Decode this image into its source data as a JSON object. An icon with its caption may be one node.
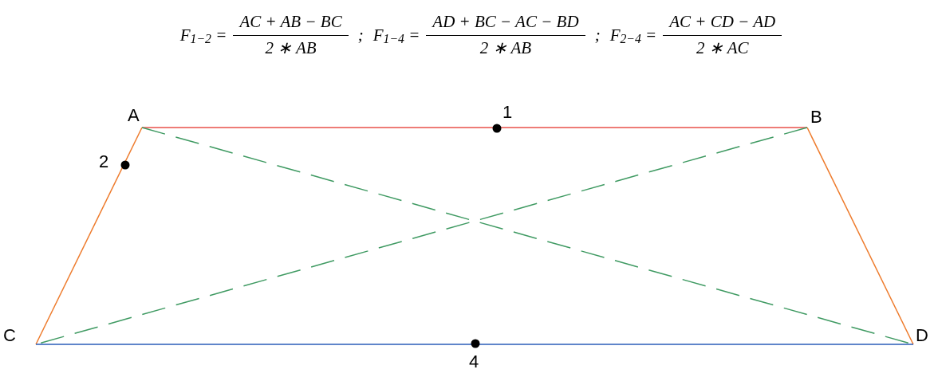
{
  "diagram": {
    "nodes": [
      {
        "text": [
          "A"
        ]
      },
      {
        "text": [
          "B"
        ]
      },
      {
        "text": [
          "C"
        ]
      },
      {
        "text": [
          "D"
        ]
      }
    ],
    "edges": [
      {
        "from": 0,
        "to": 1,
        "arrow": "none",
        "color": "#e8504a"
      },
      {
        "from": 0,
        "to": 2,
        "arrow": "none",
        "color": "#ee7b2c"
      },
      {
        "from": 1,
        "to": 3,
        "arrow": "none",
        "color": "#ee7b2c"
      },
      {
        "from": 2,
        "to": 3,
        "arrow": "none",
        "color": "#2a5cb8"
      },
      {
        "from": 0,
        "to": 3,
        "arrow": "none",
        "style": "dashed",
        "color": "#3f9a62"
      },
      {
        "from": 1,
        "to": 2,
        "arrow": "none",
        "style": "dashed",
        "color": "#3f9a62"
      }
    ],
    "labels": [
      "F$_{1−2}$ =",
      "AC + AB − BC",
      "2 ∗ AB",
      ";",
      "F$_{1−4}$ =",
      "AD + BC − AC − BD",
      "2 ∗ AB",
      ";",
      "F$_{2−4}$ =",
      "AC + CD − AD",
      "2 ∗ AC",
      "1",
      "2",
      "4"
    ]
  }
}
